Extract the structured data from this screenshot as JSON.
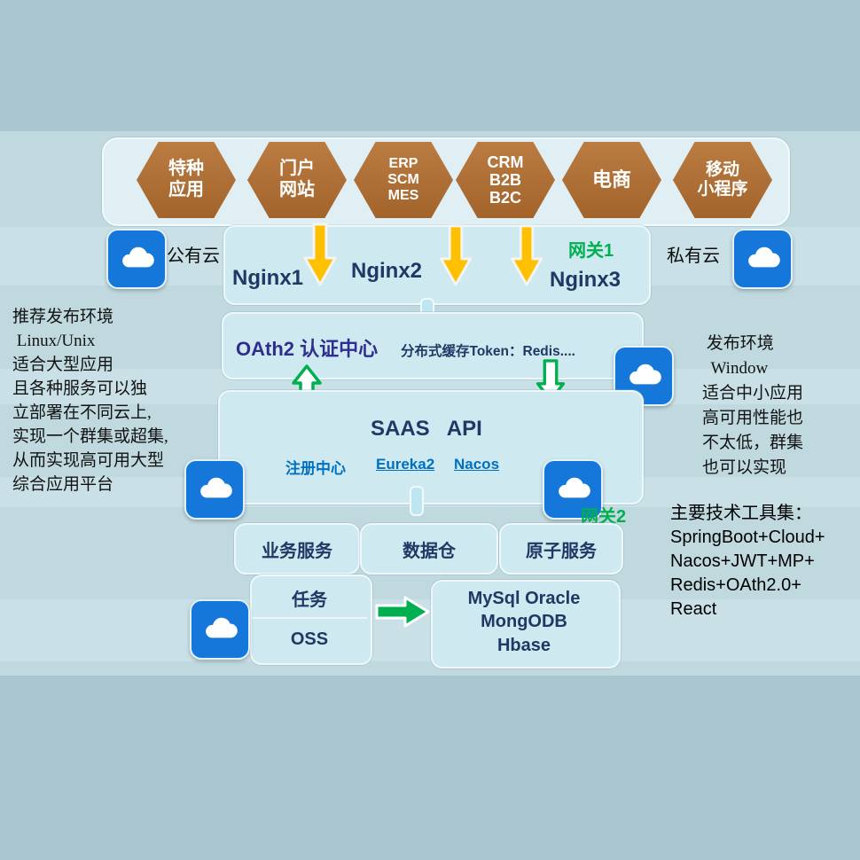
{
  "colors": {
    "bg": "#a9c6d0",
    "panel": "#bfd9df",
    "strip": "#c9e0e6",
    "boxfill": "#cfe9f1",
    "boxborder": "#eef7fa",
    "hexfill": "#a2642b",
    "hexlight": "#bb7c42",
    "navy": "#1f3864",
    "green": "#00b050",
    "blue": "#0070c0",
    "oauth": "#2e2e8f",
    "gold": "#ffc000",
    "cloudblue": "#1577d9"
  },
  "hexbar": {
    "items": [
      {
        "label": "特种\n应用"
      },
      {
        "label": "门户\n网站"
      },
      {
        "label": "ERP\nSCM\nMES"
      },
      {
        "label": "CRM\nB2B\nB2C"
      },
      {
        "label": "电商"
      },
      {
        "label": "移动\n小程序"
      }
    ]
  },
  "clouds": {
    "public_label": "公有云",
    "private_label": "私有云"
  },
  "gateway1": {
    "nginx1": "Nginx1",
    "nginx2": "Nginx2",
    "nginx3": "Nginx3",
    "label": "网关1"
  },
  "oauth_box": {
    "title": "OAth2 认证中心",
    "cache": "分布式缓存Token：Redis...."
  },
  "saas": {
    "title": "SAAS   API",
    "registry_label": "注册中心",
    "registry_items": [
      "Eureka2",
      "Nacos"
    ]
  },
  "gateway2": {
    "label": "网关2"
  },
  "services": {
    "items": [
      "业务服务",
      "数据仓",
      "原子服务"
    ]
  },
  "tasks": {
    "task": "任务",
    "oss": "OSS"
  },
  "database": {
    "text": "MySql  Oracle\nMongODB\nHbase"
  },
  "notes": {
    "left": "推荐发布环境\n Linux/Unix\n适合大型应用\n且各种服务可以独\n立部署在不同云上,\n实现一个群集或超集,\n从而实现高可用大型\n综合应用平台",
    "right": " 发布环境\n  Window\n适合中小应用\n高可用性能也\n不太低，群集\n也可以实现",
    "tech": "主要技术工具集：\nSpringBoot+Cloud+\nNacos+JWT+MP+\nRedis+OAth2.0+\nReact"
  }
}
